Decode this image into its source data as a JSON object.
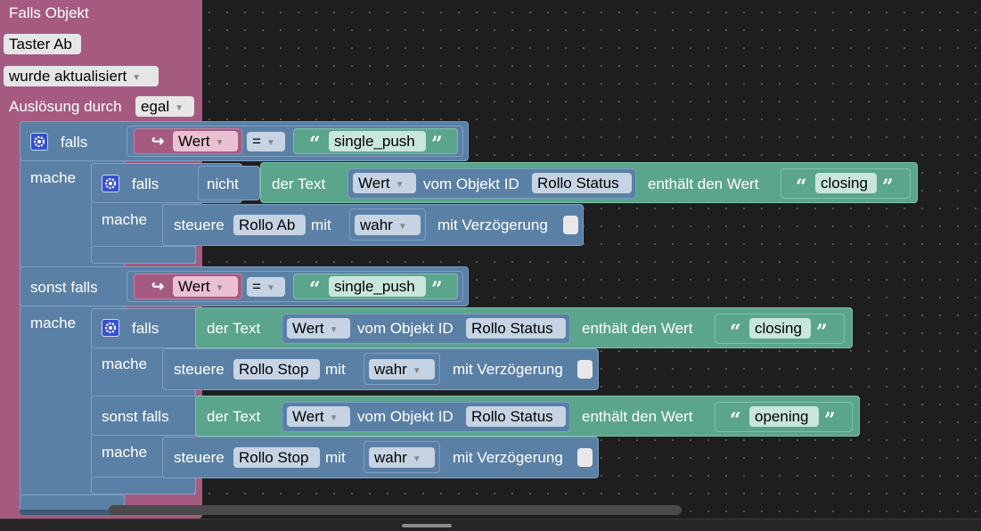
{
  "event": {
    "falls_objekt": "Falls Objekt",
    "object": "Taster Ab",
    "trigger": "wurde aktualisiert",
    "ausloesung": "Auslösung durch",
    "egal": "egal"
  },
  "blocks": {
    "falls": "falls",
    "mache": "mache",
    "sonst_falls": "sonst falls",
    "nicht": "nicht",
    "der_text": "der Text",
    "vom_objekt_id": "vom Objekt ID",
    "enthaelt": "enthält den Wert",
    "steuere": "steuere",
    "mit": "mit",
    "mit_verzoegerung": "mit Verzögerung",
    "wert": "Wert",
    "eq": "=",
    "single_push": "single_push",
    "rollo_status": "Rollo Status",
    "rollo_ab": "Rollo Ab",
    "rollo_stop": "Rollo Stop",
    "wahr": "wahr",
    "closing": "closing",
    "opening": "opening"
  },
  "icons": {
    "gear": "gear-icon",
    "arrow": "dropdown-arrow-icon",
    "return": "return-arrow-icon",
    "quote": "quote-icon"
  },
  "colors": {
    "event": "#a55b80",
    "logic": "#5b80a5",
    "text": "#5ba58c",
    "gear": "#3651c9",
    "background": "#1e1e1e"
  }
}
